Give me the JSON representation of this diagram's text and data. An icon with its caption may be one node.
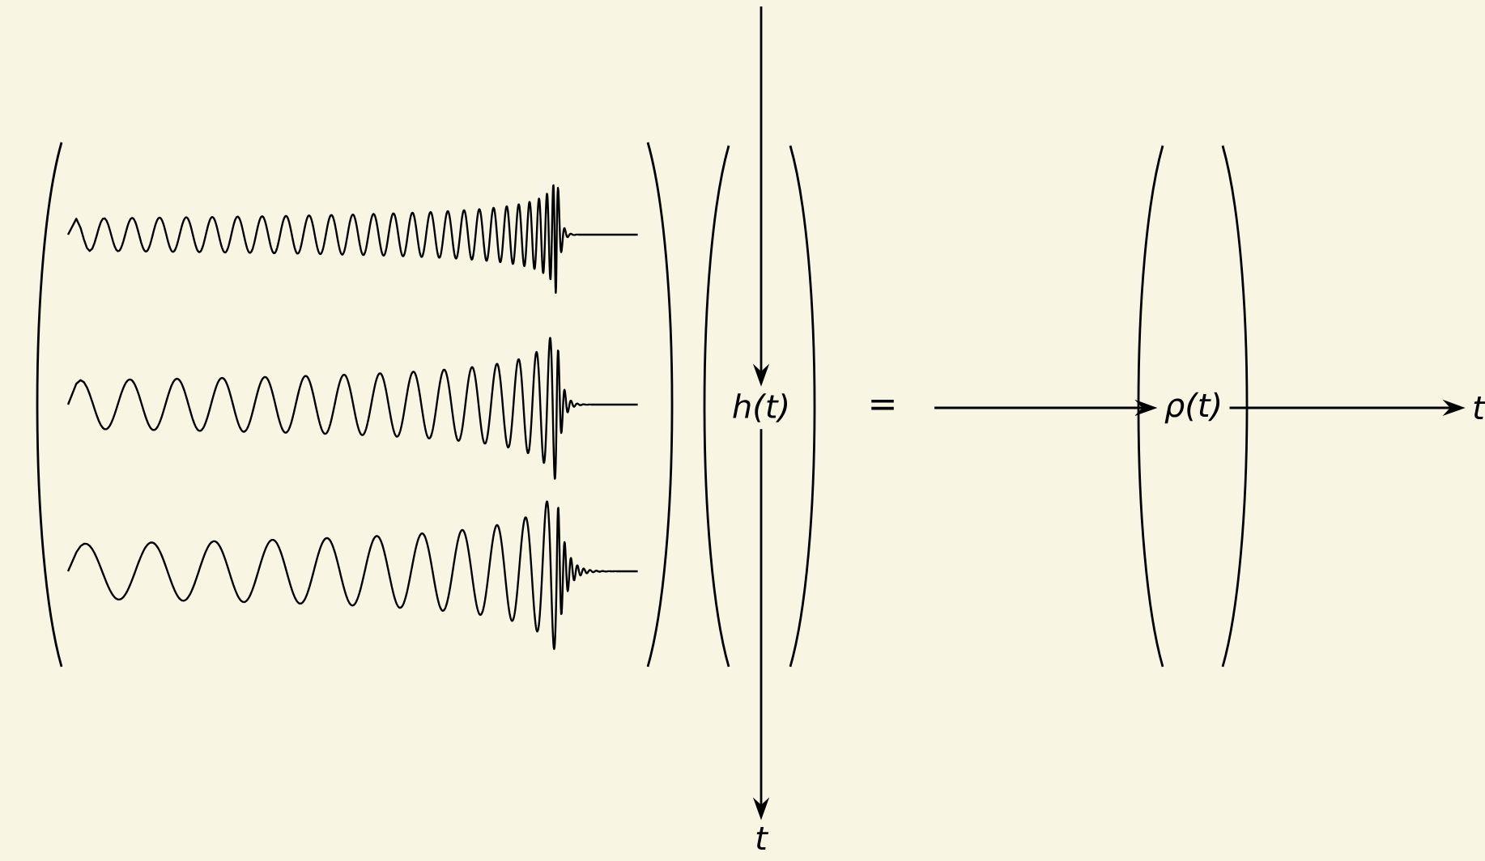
{
  "diagram": {
    "nodes": [
      {
        "text": [
          "h(t)"
        ]
      },
      {
        "text": [
          "t"
        ]
      },
      {
        "text": [
          "ρ(t)"
        ]
      },
      {
        "text": [
          "t"
        ]
      }
    ],
    "edges": [
      {
        "from": null,
        "to": 0,
        "arrow": "to"
      },
      {
        "from": 0,
        "to": 1,
        "arrow": "to"
      },
      {
        "from": null,
        "to": 2,
        "arrow": "to"
      },
      {
        "from": 2,
        "to": 3,
        "arrow": "to"
      }
    ],
    "labels": [
      "="
    ]
  }
}
